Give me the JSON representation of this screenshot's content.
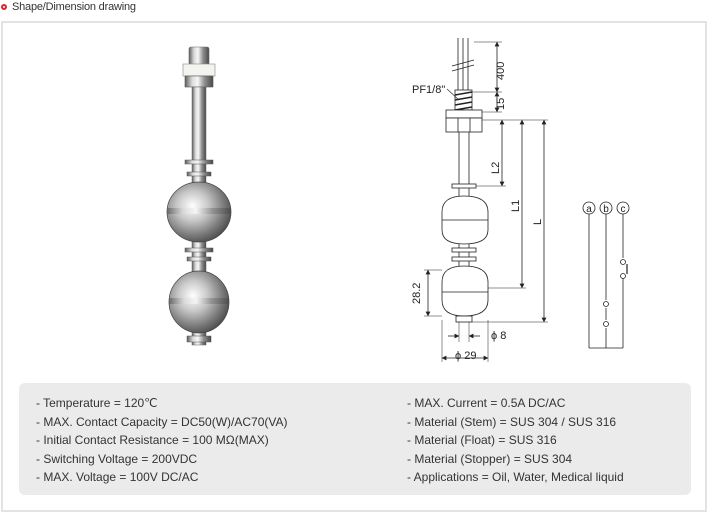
{
  "header": {
    "title": "Shape/Dimension drawing"
  },
  "drawing": {
    "thread_label": "PF1/8\"",
    "dim_cable": "400",
    "dim_thread": "15",
    "dim_l2": "L2",
    "dim_l1": "L1",
    "dim_l": "L",
    "dim_float_height": "28.2",
    "dim_stem_dia": "ϕ 8",
    "dim_float_dia": "ϕ 29",
    "wiring_labels": [
      "a",
      "b",
      "c"
    ]
  },
  "specs": {
    "left": [
      "- Temperature = 120℃",
      "- MAX. Contact Capacity = DC50(W)/AC70(VA)",
      "- Initial Contact Resistance = 100 MΩ(MAX)",
      "- Switching Voltage = 200VDC",
      "- MAX. Voltage = 100V DC/AC"
    ],
    "right": [
      "- MAX. Current = 0.5A DC/AC",
      "- Material (Stem) = SUS 304 / SUS 316",
      "- Material (Float) = SUS 316",
      "- Material (Stopper) = SUS 304",
      "- Applications = Oil, Water, Medical liquid"
    ]
  }
}
